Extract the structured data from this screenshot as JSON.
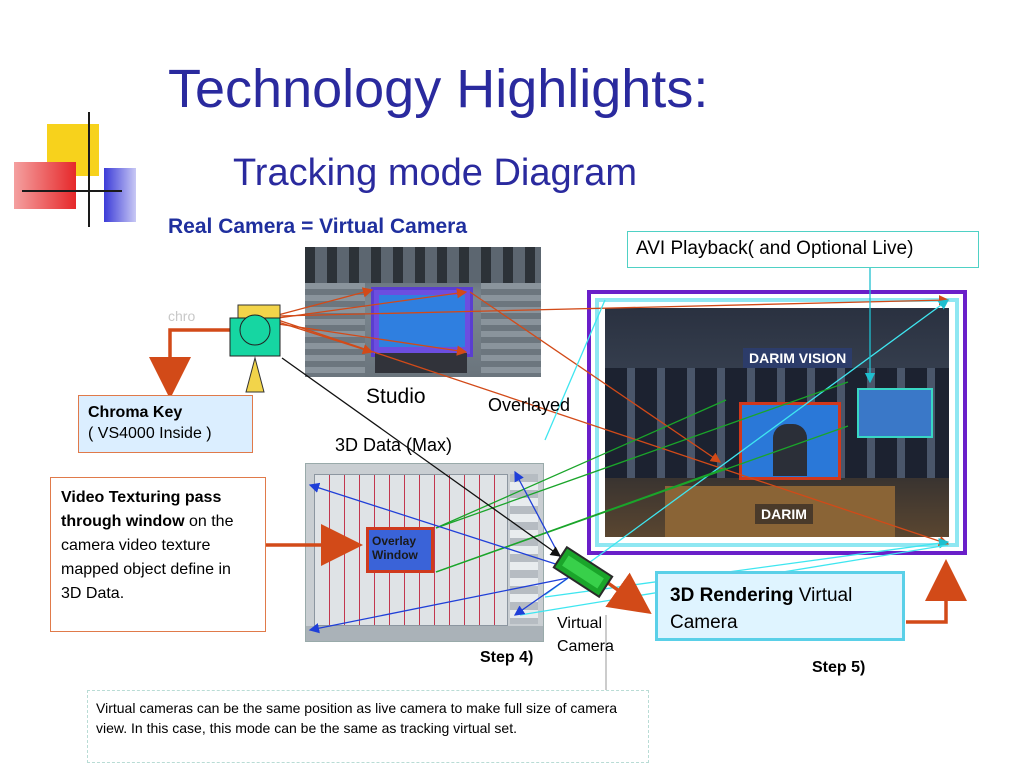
{
  "slide": {
    "title": "Technology Highlights:",
    "subtitle": "Tracking mode Diagram",
    "real_camera_title": "Real Camera = Virtual Camera"
  },
  "labels": {
    "studio": "Studio",
    "overlayed": "Overlayed",
    "data_3d": "3D Data (Max)",
    "virtual_camera_1": "Virtual",
    "virtual_camera_2": "Camera",
    "step4": "Step 4)",
    "step5": "Step 5)",
    "chroma_faint": "chro",
    "overlay_window": "Overlay Window",
    "darim_vision": "DARIM VISION",
    "darim": "DARIM"
  },
  "boxes": {
    "avi": "AVI Playback( and Optional Live)",
    "chroma_key_bold": "Chroma Key",
    "chroma_key_rest": "( VS4000 Inside )",
    "video_texturing_bold": "Video Texturing pass through window",
    "video_texturing_rest": " on the camera video texture mapped object define in 3D Data.",
    "rendering_bold": "3D Rendering",
    "rendering_rest": " Virtual Camera",
    "note": "Virtual cameras can be the same position as live camera to make full size of camera view. In this case, this mode can be the same as tracking virtual set."
  },
  "colors": {
    "title": "#2a2a9e",
    "red_arrow": "#d24a18",
    "cyan_line": "#3fe6f0",
    "green_line": "#1aa52a",
    "blue_line": "#1f3fd8",
    "purple_frame": "#6a1fc9"
  }
}
